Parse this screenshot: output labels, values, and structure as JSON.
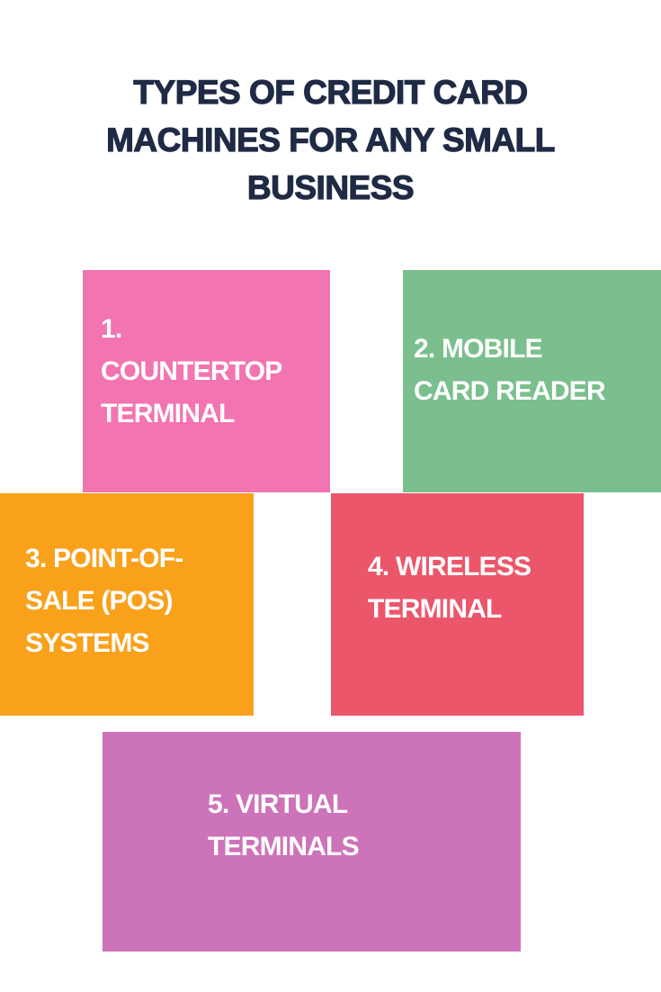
{
  "title": {
    "lines": [
      "TYPES OF CREDIT CARD",
      "MACHINES FOR ANY SMALL",
      "BUSINESS"
    ],
    "color": "#1f2a44"
  },
  "cards": [
    {
      "lines": [
        "1.",
        "COUNTERTOP",
        "TERMINAL"
      ],
      "color": "#f274b0"
    },
    {
      "lines": [
        "2. MOBILE",
        "CARD READER"
      ],
      "color": "#7abf8d"
    },
    {
      "lines": [
        "3. POINT-OF-",
        "SALE (POS)",
        "SYSTEMS"
      ],
      "color": "#f9a11b"
    },
    {
      "lines": [
        "4. WIRELESS",
        "TERMINAL"
      ],
      "color": "#ec566b"
    },
    {
      "lines": [
        "5. VIRTUAL",
        "TERMINALS"
      ],
      "color": "#cd73b9"
    }
  ]
}
